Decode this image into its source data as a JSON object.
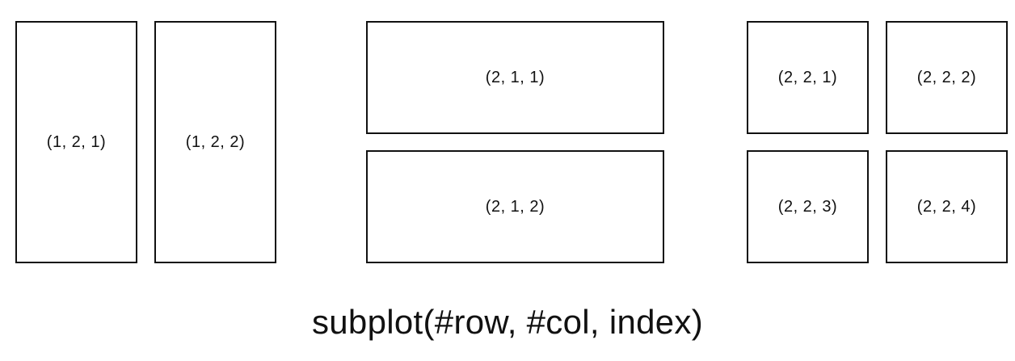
{
  "groups": [
    {
      "panels": [
        "(1, 2, 1)",
        "(1, 2, 2)"
      ]
    },
    {
      "panels": [
        "(2, 1, 1)",
        "(2, 1, 2)"
      ]
    },
    {
      "panels": [
        "(2, 2, 1)",
        "(2, 2, 2)",
        "(2, 2, 3)",
        "(2, 2, 4)"
      ]
    }
  ],
  "caption": "subplot(#row, #col, index)"
}
